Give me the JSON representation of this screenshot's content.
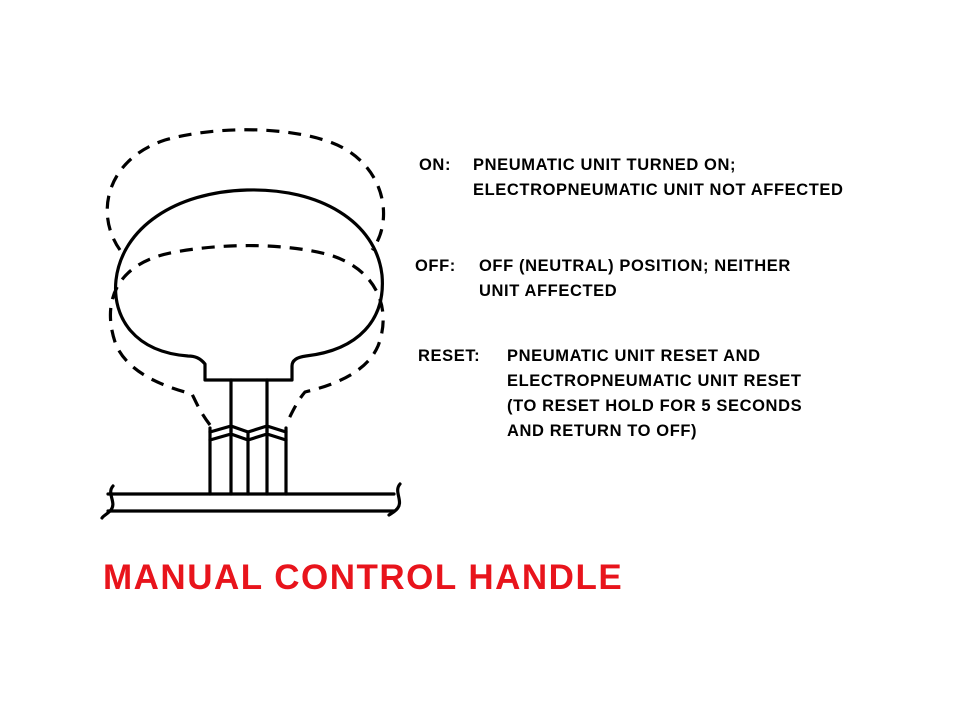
{
  "diagram": {
    "icon": "manual-control-handle-icon",
    "caption": "MANUAL CONTROL HANDLE",
    "caption_color": "#e8141c",
    "legend": [
      {
        "key": "ON:",
        "lines": [
          "PNEUMATIC UNIT TURNED ON;",
          "ELECTROPNEUMATIC UNIT NOT AFFECTED"
        ]
      },
      {
        "key": "OFF:",
        "lines": [
          "OFF (NEUTRAL) POSITION; NEITHER",
          "UNIT AFFECTED"
        ]
      },
      {
        "key": "RESET:",
        "lines": [
          "PNEUMATIC UNIT RESET AND",
          "ELECTROPNEUMATIC UNIT RESET",
          "(TO RESET HOLD FOR 5 SECONDS",
          "AND RETURN TO OFF)"
        ]
      }
    ]
  }
}
